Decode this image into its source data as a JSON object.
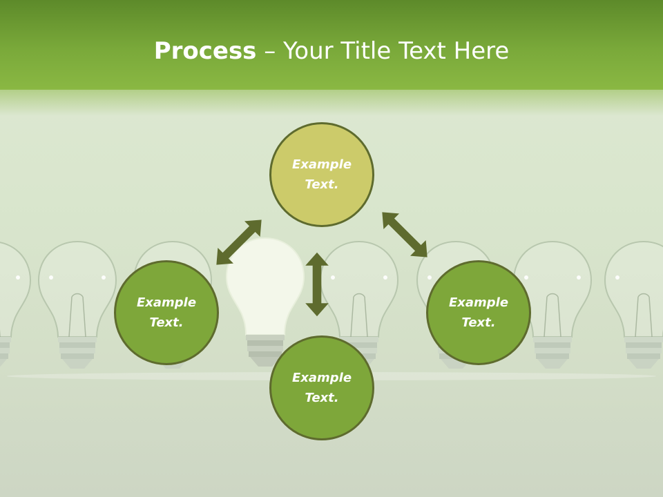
{
  "slide": {
    "title_bold": "Process",
    "title_rest": " – Your Title Text Here"
  },
  "nodes": {
    "top": {
      "line1": "Example",
      "line2": "Text."
    },
    "left": {
      "line1": "Example",
      "line2": "Text."
    },
    "right": {
      "line1": "Example",
      "line2": "Text."
    },
    "bottom": {
      "line1": "Example",
      "line2": "Text."
    }
  },
  "colors": {
    "header_green": "#7aa93a",
    "node_top_fill": "#cccb6a",
    "node_fill": "#7ea73a",
    "node_border": "#5e6b2e",
    "arrow": "#5e6b2e"
  }
}
